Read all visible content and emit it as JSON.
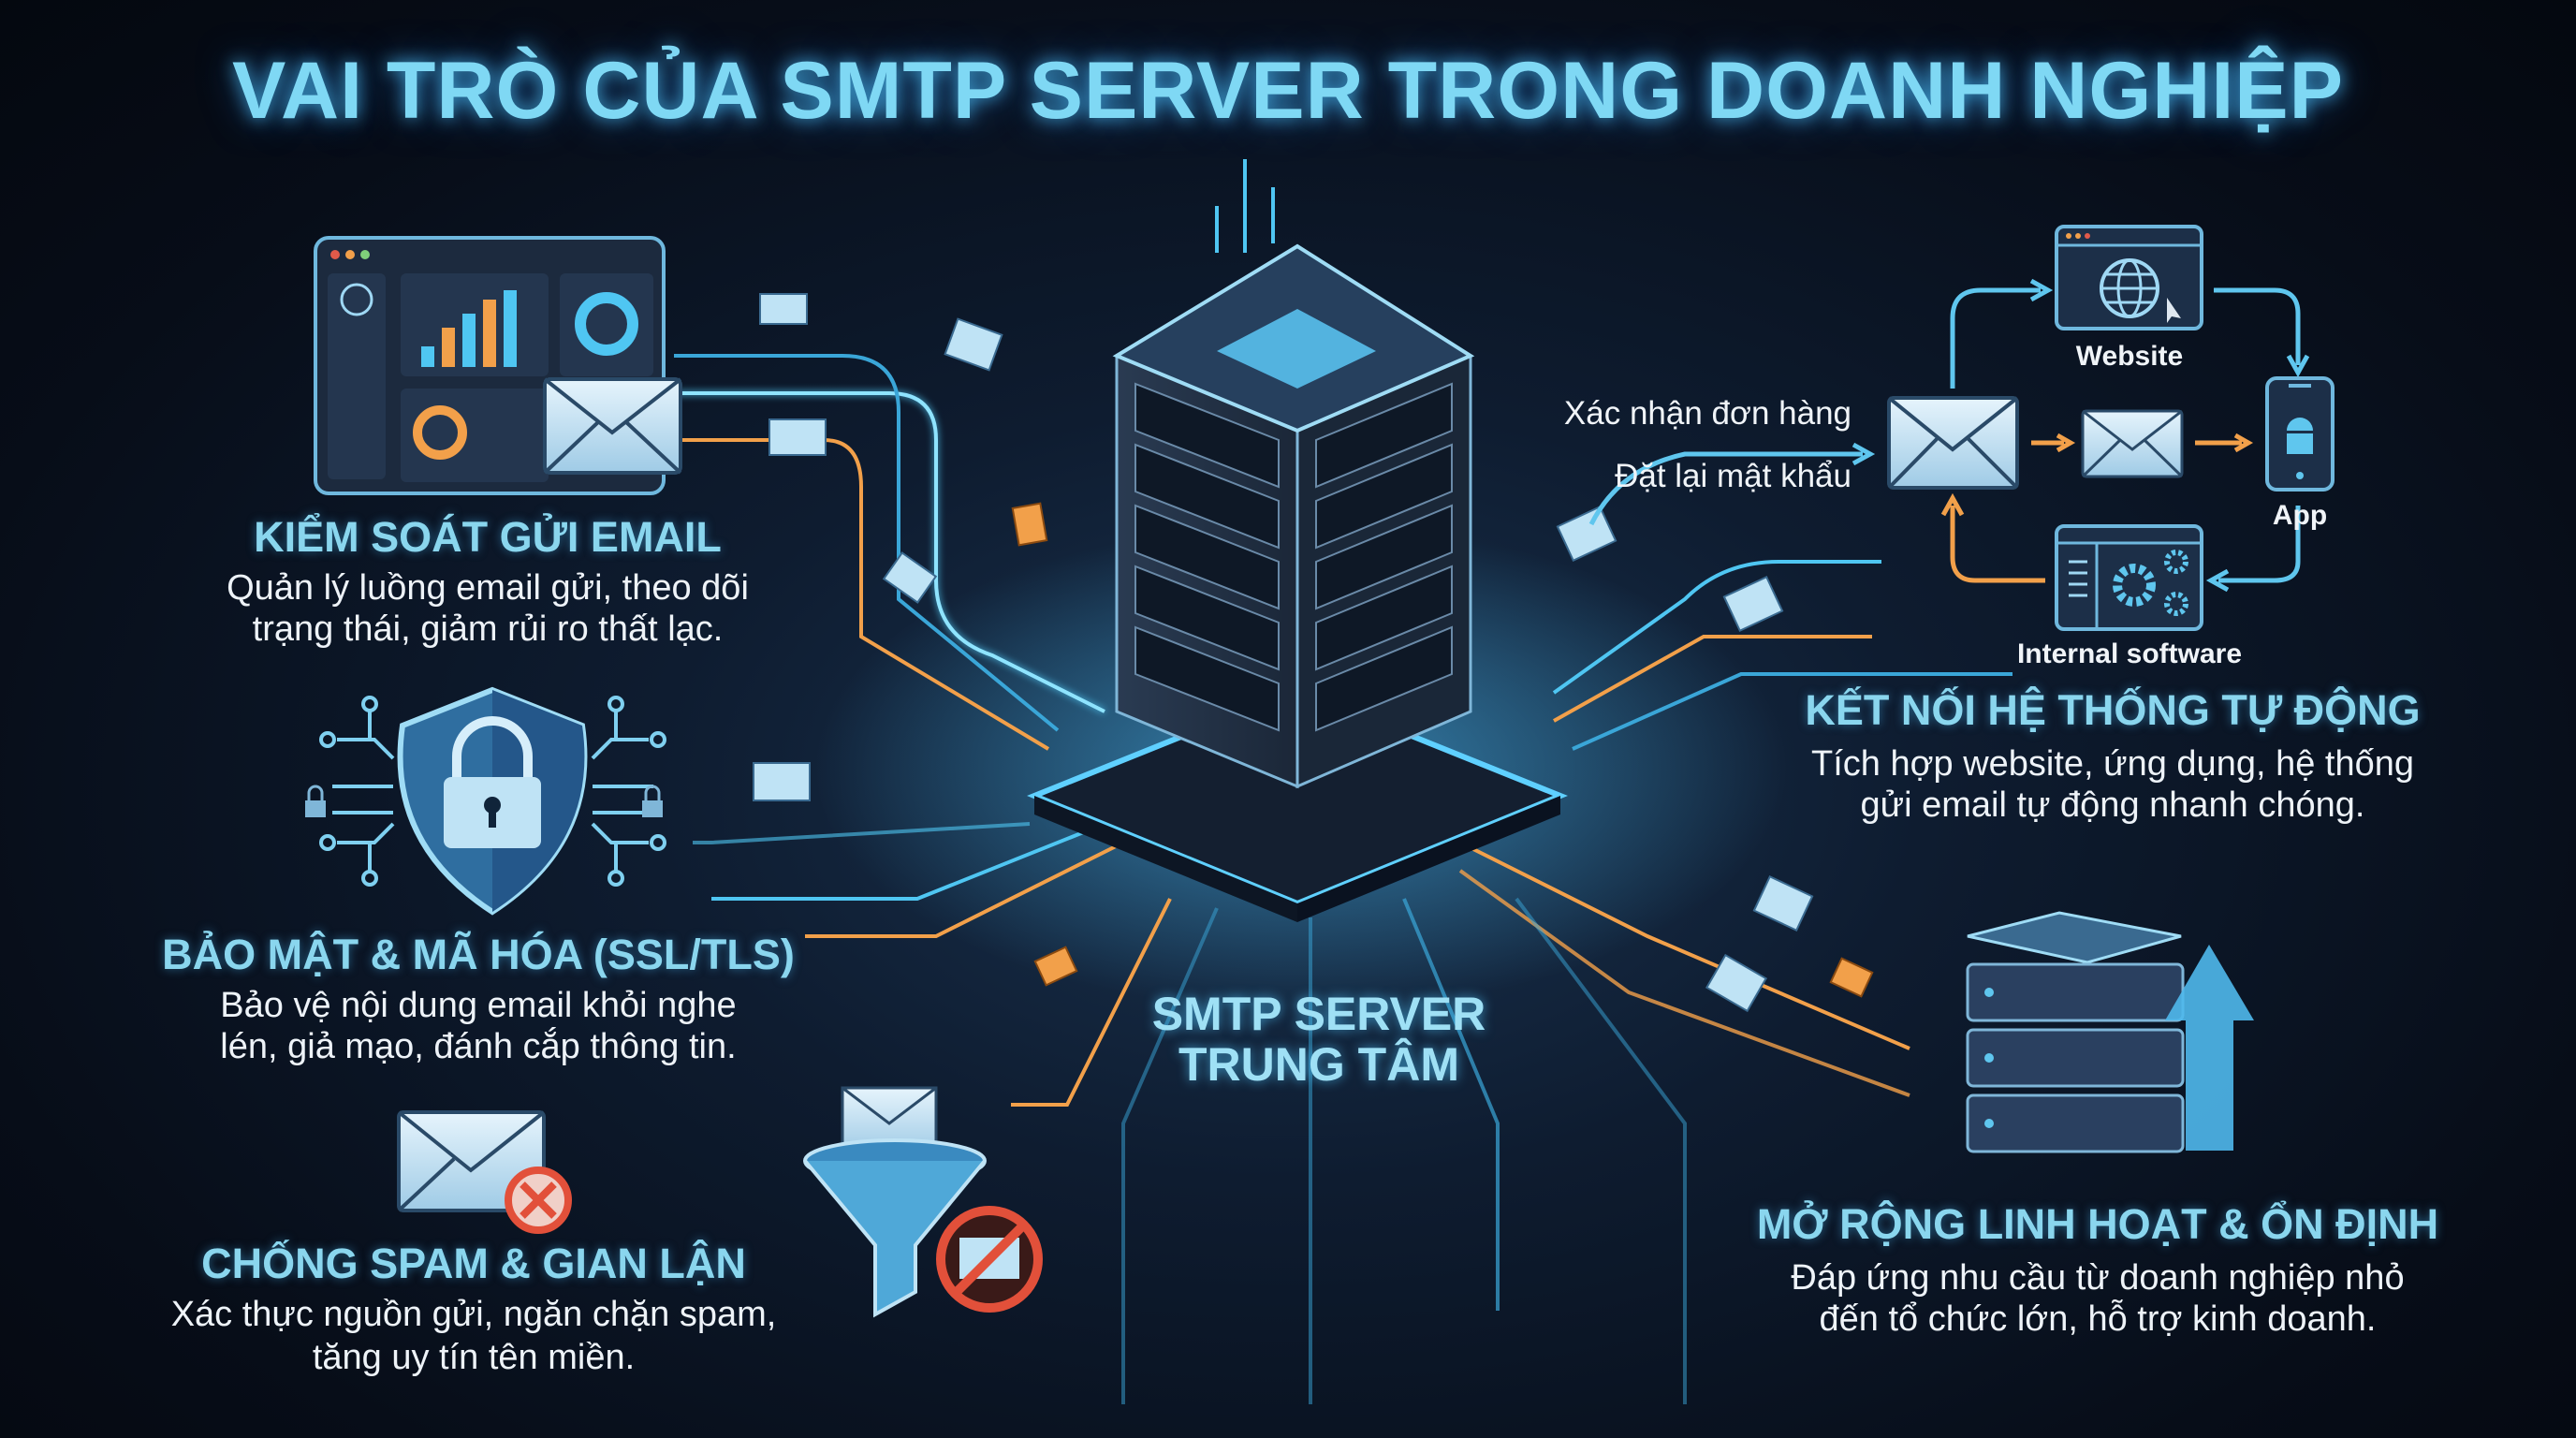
{
  "title": "VAI TRÒ CỦA SMTP SERVER TRONG DOANH NGHIỆP",
  "center": {
    "line1": "SMTP SERVER",
    "line2": "TRUNG TÂM"
  },
  "sections": {
    "control": {
      "heading": "KIỂM SOÁT GỬI EMAIL",
      "line1": "Quản lý luồng email gửi, theo dõi",
      "line2": "trạng thái, giảm rủi ro thất lạc."
    },
    "security": {
      "heading": "BẢO MẬT & MÃ HÓA (SSL/TLS)",
      "line1": "Bảo vệ nội dung email khỏi nghe",
      "line2": "lén, giả mạo, đánh cắp thông tin."
    },
    "antispam": {
      "heading": "CHỐNG SPAM & GIAN LẬN",
      "line1": "Xác thực nguồn gửi, ngăn chặn spam,",
      "line2": "tăng uy tín tên miền."
    },
    "integration": {
      "heading": "KẾT NỐI HỆ THỐNG TỰ ĐỘNG",
      "line1": "Tích hợp website, ứng dụng, hệ thống",
      "line2": "gửi email tự động nhanh chóng."
    },
    "scaling": {
      "heading": "MỞ RỘNG LINH HOẠT & ỔN ĐỊNH",
      "line1": "Đáp ứng nhu cầu từ doanh nghiệp nhỏ",
      "line2": "đến tổ chức lớn, hỗ trợ kinh doanh."
    }
  },
  "flow": {
    "trigger1": "Xác nhận đơn hàng",
    "trigger2": "Đặt lại mật khẩu",
    "website": "Website",
    "app": "App",
    "internal": "Internal software"
  },
  "colors": {
    "accent": "#7fd8f4",
    "orange": "#f2a04a",
    "background": "#0b1424",
    "danger": "#e2503a"
  }
}
